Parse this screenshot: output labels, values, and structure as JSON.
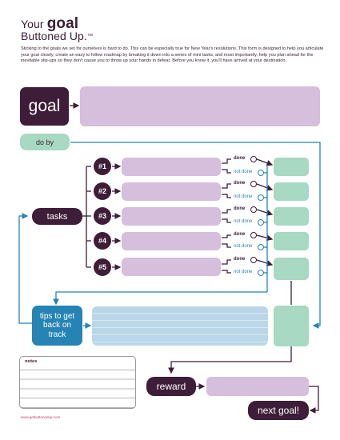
{
  "header": {
    "title_prefix": "Your",
    "title_goal": "goal",
    "title_line2": "Buttoned Up.",
    "trademark": "™",
    "intro": "Sticking to the goals we set for ourselves is hard to do. This can be especially true for New Year's resolutions. This form is designed to help you articulate your goal clearly, create an easy to follow roadmap by breaking it down into a series of mini tasks, and most importantly, help you plan ahead for the inevitable slip-ups so they don't cause you to throw up your hands in defeat. Before you know it, you'll have arrived at your destination."
  },
  "goal": {
    "label": "goal",
    "value": ""
  },
  "do_by": {
    "label": "do by",
    "value": ""
  },
  "tasks": {
    "label": "tasks",
    "items": [
      {
        "label": "#1",
        "value": "",
        "done": "done",
        "not_done": "not done"
      },
      {
        "label": "#2",
        "value": "",
        "done": "done",
        "not_done": "not done"
      },
      {
        "label": "#3",
        "value": "",
        "done": "done",
        "not_done": "not done"
      },
      {
        "label": "#4",
        "value": "",
        "done": "done",
        "not_done": "not done"
      },
      {
        "label": "#5",
        "value": "",
        "done": "done",
        "not_done": "not done"
      }
    ]
  },
  "tips": {
    "label": "tips to get back on track",
    "value": ""
  },
  "notes": {
    "label": "notes",
    "value": ""
  },
  "reward": {
    "label": "reward",
    "value": ""
  },
  "next_goal": {
    "label": "next goal!"
  },
  "footer": {
    "url": "www.getbuttonedup.com"
  },
  "colors": {
    "dark_plum": "#3e1d38",
    "lavender": "#d5bfdc",
    "mint": "#a7d9c3",
    "light_blue": "#b9d7e8",
    "teal": "#2684b4",
    "link_pink": "#c63a67"
  }
}
